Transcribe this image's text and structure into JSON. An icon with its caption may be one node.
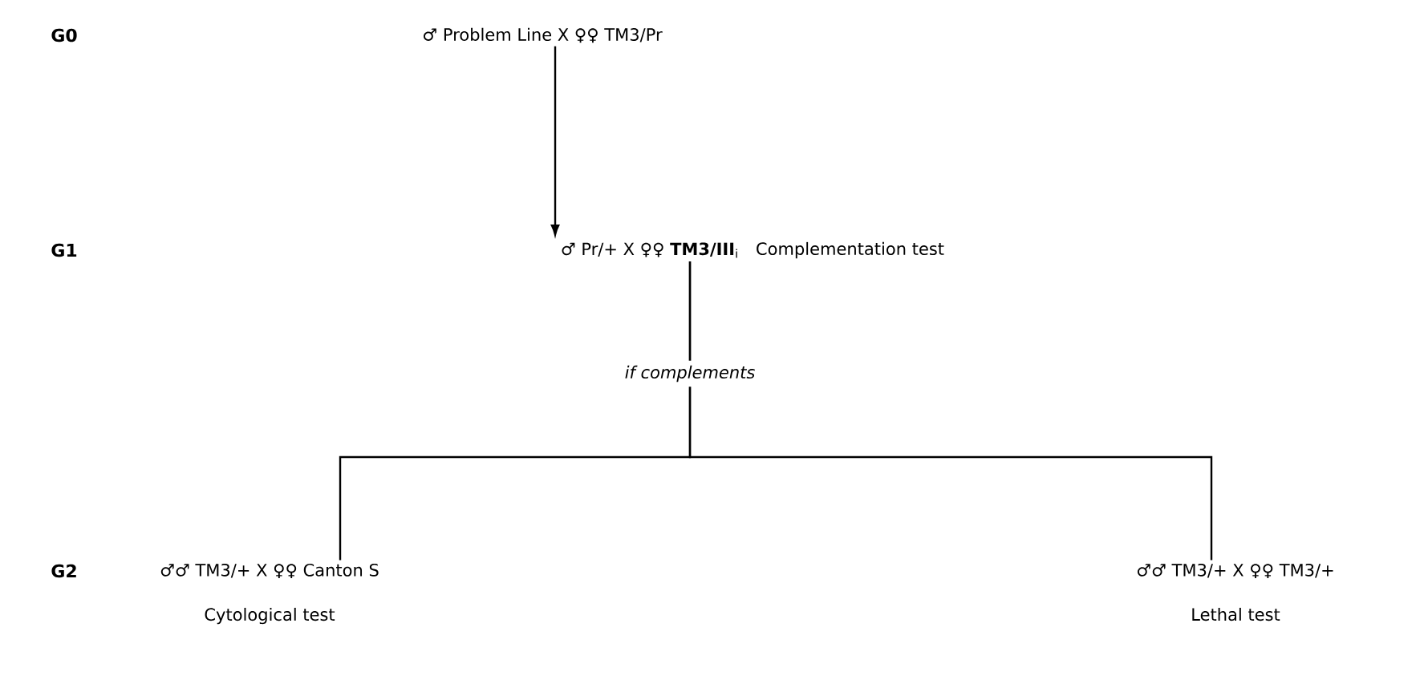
{
  "diagram": {
    "nodes": [
      {
        "text": [
          "♂ Problem Line X ♀♀ TM3/Pr"
        ]
      },
      {
        "text": [
          "♂ Pr/+   X ♀♀ **TM3/III**$_{i}$"
        ],
        "beside": [
          "Complementation test"
        ]
      },
      {
        "text": [
          "♂♂ TM3/+ X ♀♀ Canton S"
        ],
        "beside": [
          "Cytological test"
        ]
      },
      {
        "text": [
          "♂♂ TM3/+ X ♀♀ TM3/+"
        ],
        "beside": [
          "Lethal test"
        ]
      }
    ],
    "edges": [
      {
        "from": 0,
        "to": 1,
        "arrow": "to"
      },
      {
        "from": 1,
        "to": 2,
        "arrow": "none",
        "label": "if complements"
      },
      {
        "from": 1,
        "to": 3,
        "arrow": "none"
      }
    ],
    "labels": [
      "G0",
      "G1",
      "G2"
    ]
  }
}
